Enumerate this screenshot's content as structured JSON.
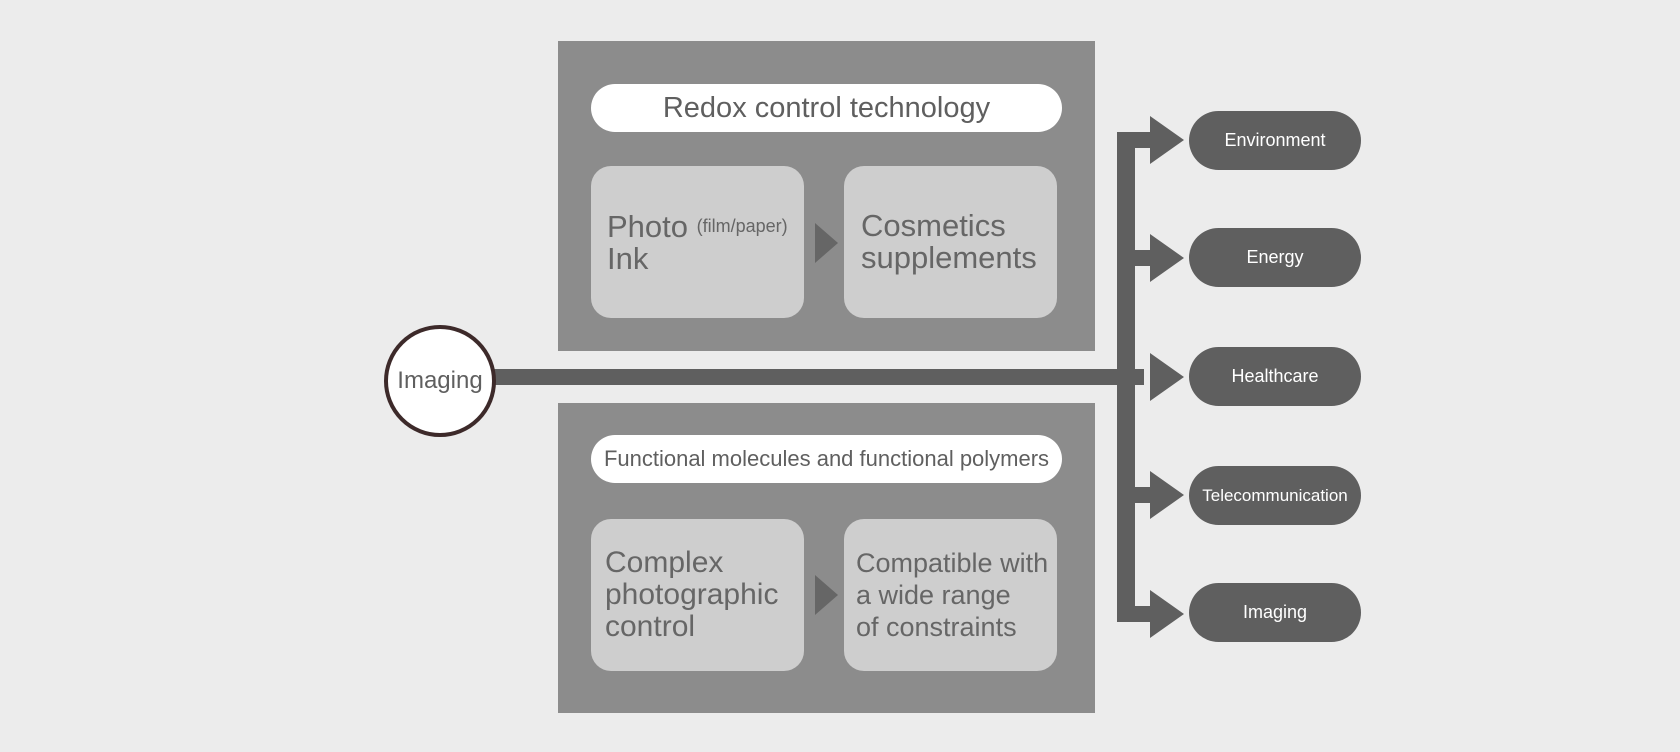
{
  "source": {
    "label": "Imaging"
  },
  "top_panel": {
    "title": "Redox control technology",
    "left_card": {
      "main_line1": "Photo",
      "note": "(film/paper)",
      "main_line2": "Ink"
    },
    "right_card": {
      "lines": [
        "Cosmetics",
        "supplements"
      ]
    }
  },
  "bottom_panel": {
    "title": "Functional molecules and functional polymers",
    "left_card": {
      "lines": [
        "Complex",
        "photographic",
        "control"
      ]
    },
    "right_card": {
      "lines": [
        "Compatible with",
        "a wide range",
        "of constraints"
      ]
    }
  },
  "outputs": [
    {
      "label": "Environment"
    },
    {
      "label": "Energy"
    },
    {
      "label": "Healthcare"
    },
    {
      "label": "Telecommunication"
    },
    {
      "label": "Imaging"
    }
  ],
  "colors": {
    "background": "#ececec",
    "panel": "#8c8c8c",
    "card": "#cecece",
    "connector": "#5f5f5f",
    "circle_border": "#3d2a2a"
  }
}
